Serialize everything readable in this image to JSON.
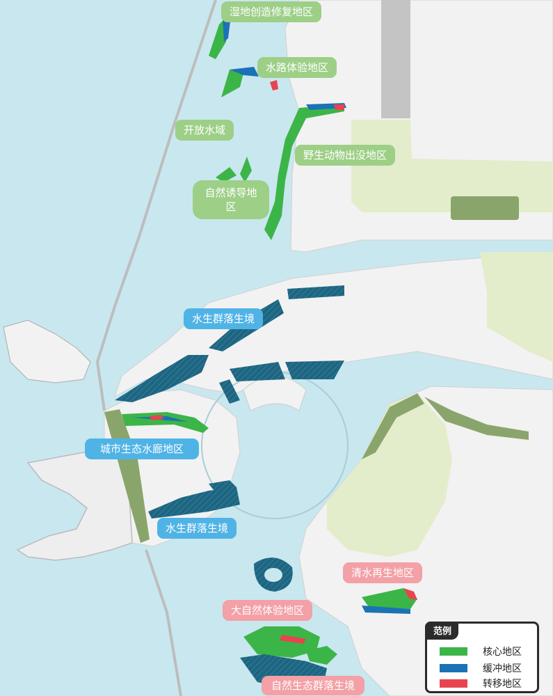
{
  "labels": {
    "wetland_restoration": "湿地创造修复地区",
    "waterway_experience": "水路体验地区",
    "open_water": "开放水域",
    "wildlife_area": "野生动物出没地区",
    "nature_induction": "自然诱导地区",
    "aquatic_habitat_north": "水生群落生境",
    "urban_eco_corridor": "城市生态水廊地区",
    "aquatic_habitat_south": "水生群落生境",
    "clean_water_regeneration": "清水再生地区",
    "nature_experience": "大自然体验地区",
    "natural_habitat": "自然生态群落生境"
  },
  "legend": {
    "title": "范例",
    "items": [
      {
        "label": "核心地区",
        "color": "#3cb548"
      },
      {
        "label": "缓冲地区",
        "color": "#1b72b5"
      },
      {
        "label": "转移地区",
        "color": "#e8444f"
      }
    ]
  },
  "colors": {
    "water": "#c9e7ef",
    "land": "#f2f2f2",
    "park": "#e3edcc",
    "core": "#3cb548",
    "buffer": "#1b72b5",
    "transfer": "#e8444f",
    "deep_habitat": "#1f5f77",
    "label_green": "#9dcf87",
    "label_blue": "#4fb3e6",
    "label_pink": "#f3a0a6"
  }
}
